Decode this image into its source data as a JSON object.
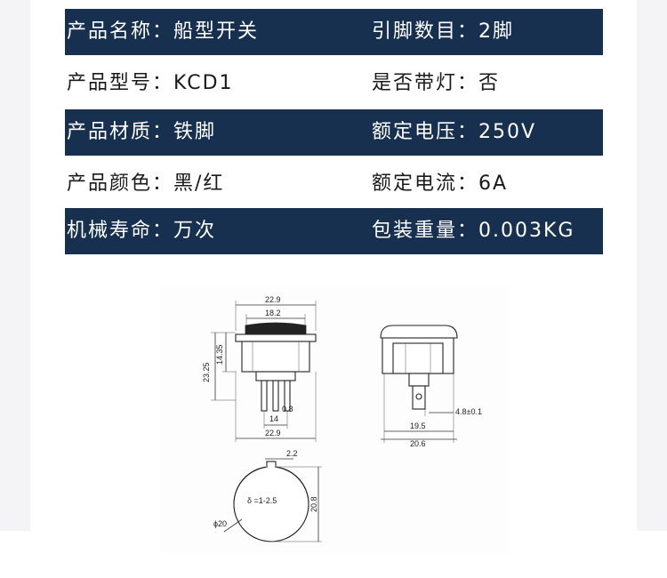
{
  "specs": [
    {
      "left_label": "产品名称：",
      "left_value": "船型开关",
      "right_label": "引脚数目：",
      "right_value": "2脚",
      "style": "dark"
    },
    {
      "left_label": "产品型号：",
      "left_value": "KCD1",
      "right_label": "是否带灯：",
      "right_value": "否",
      "style": "light"
    },
    {
      "left_label": "产品材质：",
      "left_value": "铁脚",
      "right_label": "额定电压：",
      "right_value": "250V",
      "style": "dark"
    },
    {
      "left_label": "产品颜色：",
      "left_value": "黑/红",
      "right_label": "额定电流：",
      "right_value": "6A",
      "style": "light"
    },
    {
      "left_label": "机械寿命：",
      "left_value": "万次",
      "right_label": "包装重量：",
      "right_value": "0.003KG",
      "style": "dark"
    }
  ],
  "drawing": {
    "front": {
      "top_outer": "22.9",
      "top_inner": "18.2",
      "left_outer": "23.25",
      "left_inner": "14.35",
      "pin_thickness": "0.8",
      "pin_spacing": "14",
      "bottom_width": "22.9"
    },
    "side": {
      "inner_width": "19.5",
      "outer_width": "20.6",
      "pin_width": "4.8±0.1"
    },
    "cutout": {
      "key_width": "2.2",
      "height": "20.8",
      "diameter": "ϕ20",
      "thickness": "δ =1-2.5"
    }
  },
  "colors": {
    "band": "#17304f",
    "text_light": "#ffffff",
    "text_dark": "#1a1a1a"
  }
}
